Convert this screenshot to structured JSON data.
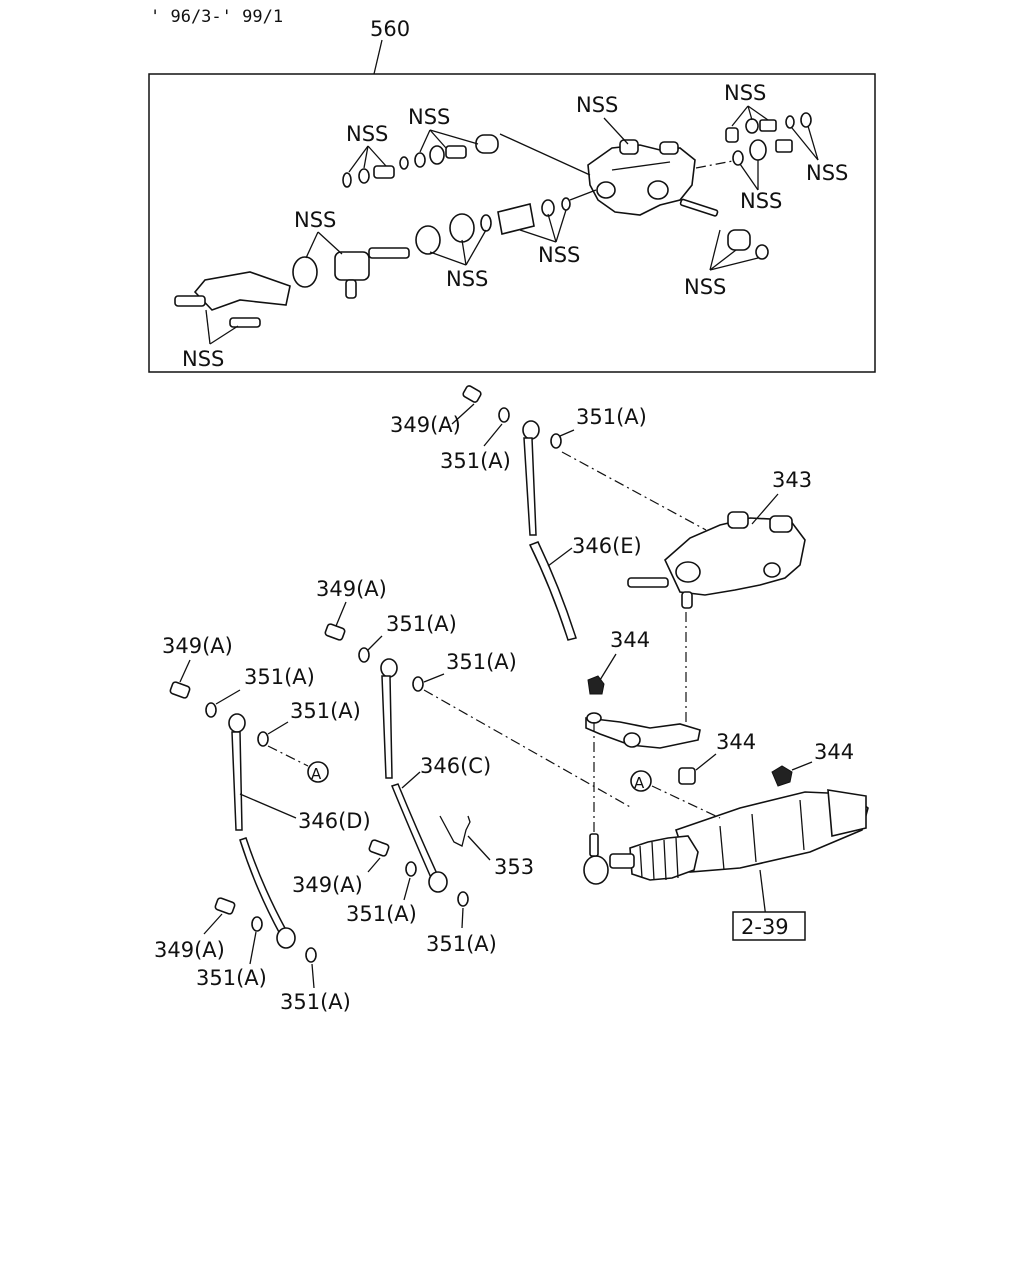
{
  "header": {
    "date_range": "' 96/3-' 99/1"
  },
  "kit": {
    "number": "560"
  },
  "labels": {
    "nss": "NSS",
    "p343": "343",
    "p344": "344",
    "p346c": "346(C)",
    "p346d": "346(D)",
    "p346e": "346(E)",
    "p349a": "349(A)",
    "p351a": "351(A)",
    "p353": "353",
    "ref239": "2-39",
    "circle_a": "A"
  }
}
